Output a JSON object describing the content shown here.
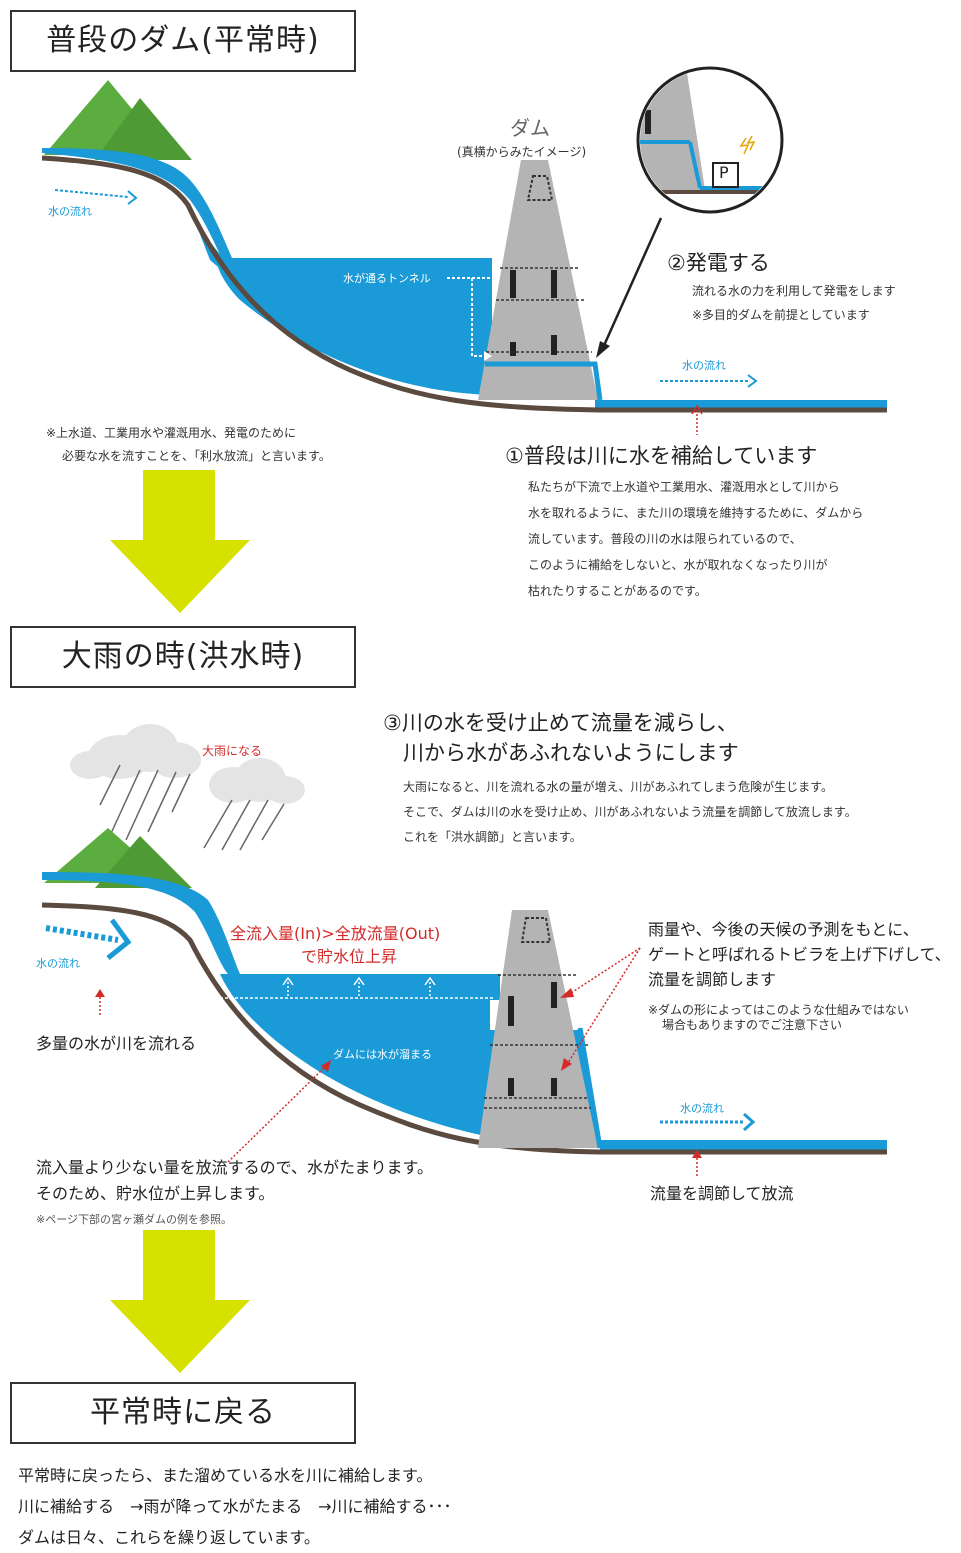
{
  "section1": {
    "title": "普段のダム(平常時)",
    "dam_label": "ダム",
    "dam_sub": "(真横からみたイメージ)",
    "flow_left": "水の流れ",
    "flow_right": "水の流れ",
    "tunnel": "水が通るトンネル",
    "power_marker": "P",
    "gen_heading": "②発電する",
    "gen_lines": [
      "流れる水の力を利用して発電をします",
      "※多目的ダムを前提としています"
    ],
    "note_lines": [
      "※上水道、工業用水や灌漑用水、発電のために",
      "必要な水を流すことを、「利水放流」と言います。"
    ],
    "supply_heading": "①普段は川に水を補給しています",
    "supply_lines": [
      "私たちが下流で上水道や工業用水、灌漑用水として川から",
      "水を取れるように、また川の環境を維持するために、ダムから",
      "流しています。普段の川の水は限られているので、",
      "このように補給をしないと、水が取れなくなったり川が",
      "枯れたりすることがあるのです。"
    ]
  },
  "section2": {
    "title": "大雨の時(洪水時)",
    "rain_label": "大雨になる",
    "heading_lines": [
      "③川の水を受け止めて流量を減らし、",
      "川から水があふれないようにします"
    ],
    "desc_lines": [
      "大雨になると、川を流れる水の量が増え、川があふれてしまう危険が生じます。",
      "そこで、ダムは川の水を受け止め、川があふれないよう流量を調節して放流します。",
      "これを「洪水調節」と言います。"
    ],
    "inflow_lines": [
      "全流入量(In)>全放流量(Out)",
      "で貯水位上昇"
    ],
    "flow_left": "水の流れ",
    "flow_right": "水の流れ",
    "much_water": "多量の水が川を流れる",
    "reservoir": "ダムには水が溜まる",
    "gate_lines": [
      "雨量や、今後の天候の予測をもとに、",
      "ゲートと呼ばれるトビラを上げ下げして、",
      "流量を調節します"
    ],
    "gate_note_lines": [
      "※ダムの形によってはこのような仕組みではない",
      "場合もありますのでご注意下さい"
    ],
    "release_lines": [
      "流入量より少ない量を放流するので、水がたまります。",
      "そのため、貯水位が上昇します。"
    ],
    "release_note": "※ページ下部の宮ヶ瀬ダムの例を参照。",
    "adjust": "流量を調節して放流"
  },
  "section3": {
    "title": "平常時に戻る",
    "lines": [
      "平常時に戻ったら、また溜めている水を川に補給します。",
      "川に補給する　→雨が降って水がたまる　→川に補給する･･･",
      "ダムは日々、これらを繰り返しています。"
    ]
  },
  "colors": {
    "water": "#1a9ad6",
    "ground": "#5a4a3f",
    "dam": "#b4b4b4",
    "mountain": "#5cad3f",
    "arrow": "#d7e100",
    "red": "#d42a2a"
  }
}
